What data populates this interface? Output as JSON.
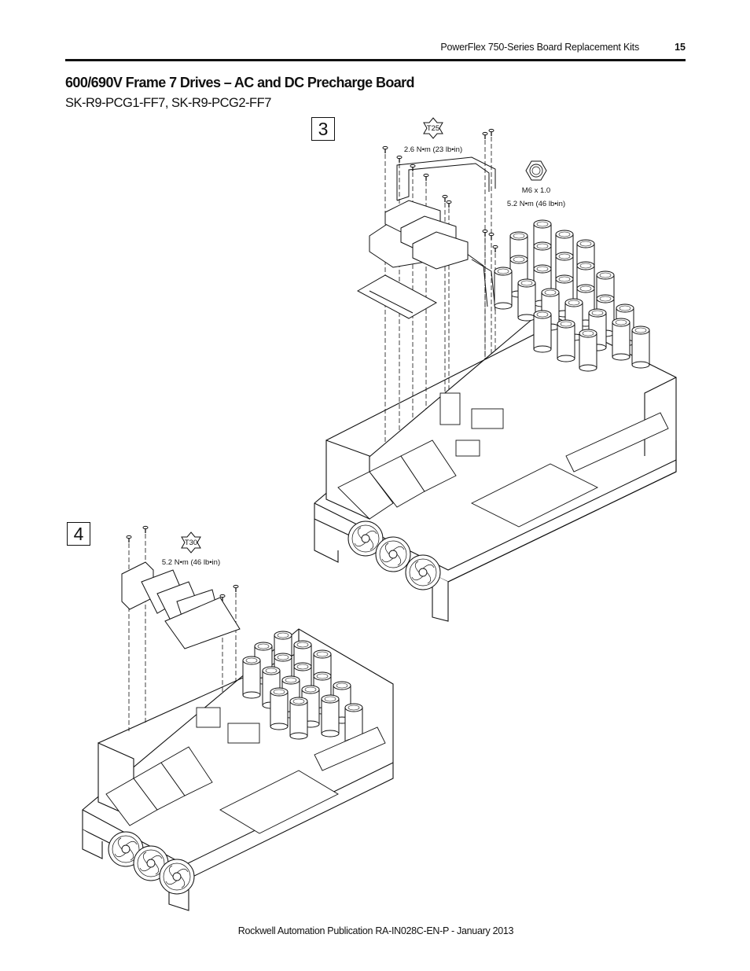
{
  "header": {
    "title": "PowerFlex 750-Series Board Replacement Kits",
    "page_number": "15"
  },
  "section": {
    "title": "600/690V Frame 7 Drives – AC and DC Precharge Board",
    "subtitle": "SK-R9-PCG1-FF7, SK-R9-PCG2-FF7"
  },
  "steps": {
    "step3": {
      "number": "3",
      "tool": "T25",
      "torque": "2.6 N•m (23 lb•in)",
      "nut_size": "M6 x 1.0",
      "nut_torque": "5.2 N•m (46 lb•in)"
    },
    "step4": {
      "number": "4",
      "tool": "T30",
      "torque": "5.2 N•m (46 lb•in)"
    }
  },
  "footer": {
    "publication": "Rockwell Automation Publication RA-IN028C-EN-P - January 2013"
  }
}
